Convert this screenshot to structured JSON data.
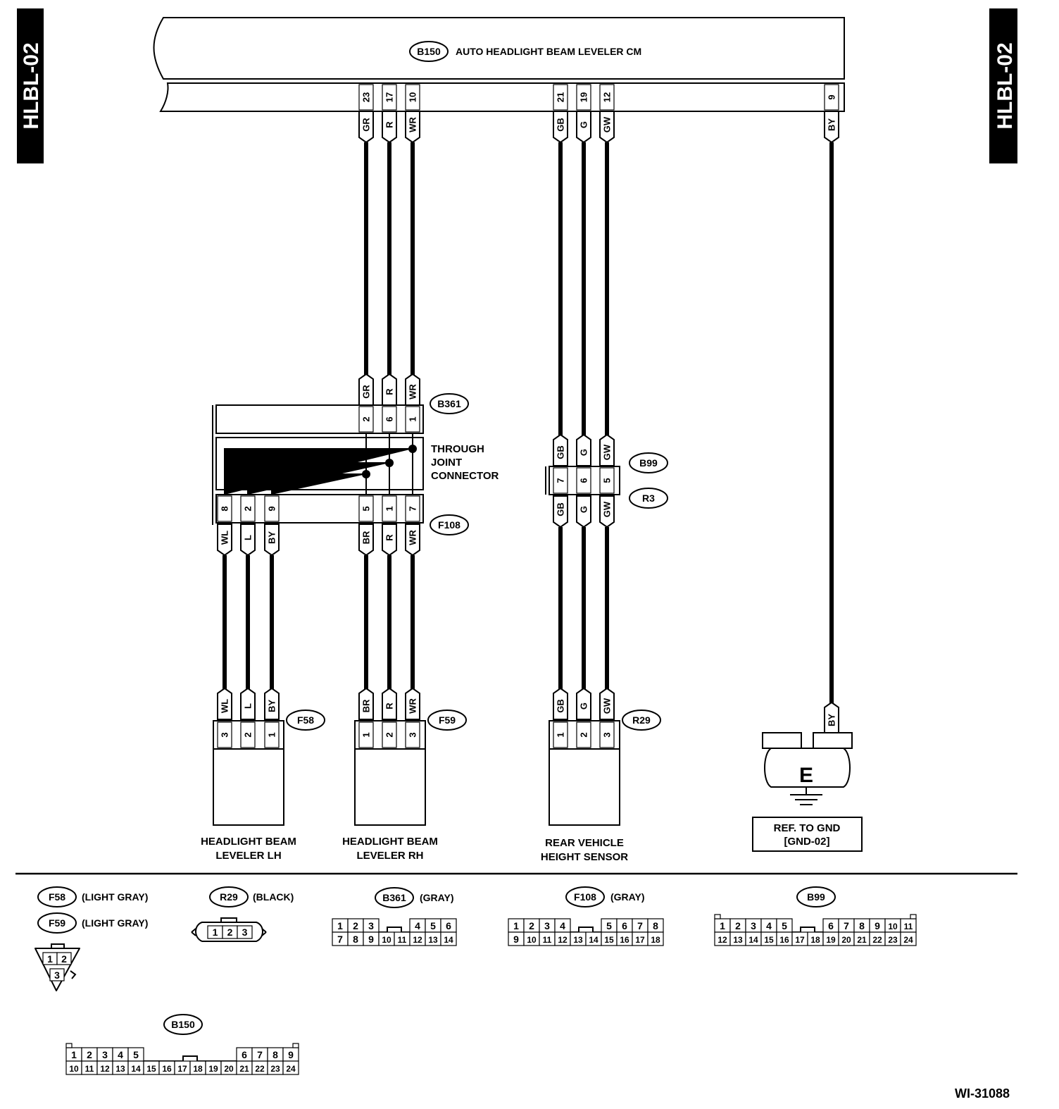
{
  "page_code": "HLBL-02",
  "figure_id": "WI-31088",
  "control_module": {
    "code": "B150",
    "name": "AUTO HEADLIGHT BEAM LEVELER CM",
    "pins": [
      {
        "pin": "23",
        "color": "GR"
      },
      {
        "pin": "17",
        "color": "R"
      },
      {
        "pin": "10",
        "color": "WR"
      },
      {
        "pin": "21",
        "color": "GB"
      },
      {
        "pin": "19",
        "color": "G"
      },
      {
        "pin": "12",
        "color": "GW"
      },
      {
        "pin": "9",
        "color": "BY"
      }
    ]
  },
  "joint_connector": {
    "top_code": "B361",
    "bottom_code": "F108",
    "label": [
      "THROUGH",
      "JOINT",
      "CONNECTOR"
    ],
    "top_wires": [
      "GR",
      "R",
      "WR"
    ],
    "top_pins": [
      "2",
      "6",
      "1"
    ],
    "bottom_pins_left": [
      "8",
      "2",
      "9"
    ],
    "bottom_pins_right": [
      "5",
      "1",
      "7"
    ],
    "bottom_wires_left": [
      "WL",
      "L",
      "BY"
    ],
    "bottom_wires_right": [
      "BR",
      "R",
      "WR"
    ]
  },
  "inline_connector": {
    "top_code": "B99",
    "bottom_code": "R3",
    "top_wires": [
      "GB",
      "G",
      "GW"
    ],
    "pins": [
      "7",
      "6",
      "5"
    ],
    "bottom_wires": [
      "GB",
      "G",
      "GW"
    ]
  },
  "components": [
    {
      "code": "F58",
      "wires": [
        "WL",
        "L",
        "BY"
      ],
      "pins": [
        "3",
        "2",
        "1"
      ],
      "label": [
        "HEADLIGHT BEAM",
        "LEVELER LH"
      ]
    },
    {
      "code": "F59",
      "wires": [
        "BR",
        "R",
        "WR"
      ],
      "pins": [
        "1",
        "2",
        "3"
      ],
      "label": [
        "HEADLIGHT BEAM",
        "LEVELER RH"
      ]
    },
    {
      "code": "R29",
      "wires": [
        "GB",
        "G",
        "GW"
      ],
      "pins": [
        "1",
        "2",
        "3"
      ],
      "label": [
        "REAR VEHICLE",
        "HEIGHT SENSOR"
      ]
    }
  ],
  "ground": {
    "wire": "BY",
    "symbol": "E",
    "label": [
      "REF. TO GND",
      "[GND-02]"
    ]
  },
  "connector_views": [
    {
      "codes": [
        "F58",
        "F59"
      ],
      "colors": [
        "(LIGHT GRAY)",
        "(LIGHT GRAY)"
      ],
      "rows": [
        [
          "1",
          "2"
        ],
        [
          "3"
        ]
      ]
    },
    {
      "code": "R29",
      "color": "(BLACK)",
      "rows": [
        [
          "1",
          "2",
          "3"
        ]
      ]
    },
    {
      "code": "B361",
      "color": "(GRAY)",
      "rows": [
        [
          "1",
          "2",
          "3",
          "",
          "4",
          "5",
          "6"
        ],
        [
          "7",
          "8",
          "9",
          "10",
          "11",
          "12",
          "13",
          "14"
        ]
      ]
    },
    {
      "code": "F108",
      "color": "(GRAY)",
      "rows": [
        [
          "1",
          "2",
          "3",
          "4",
          "",
          "5",
          "6",
          "7",
          "8"
        ],
        [
          "9",
          "10",
          "11",
          "12",
          "13",
          "14",
          "15",
          "16",
          "17",
          "18"
        ]
      ]
    },
    {
      "code": "B99",
      "rows": [
        [
          "1",
          "2",
          "3",
          "4",
          "5",
          "",
          "6",
          "7",
          "8",
          "9",
          "10",
          "11"
        ],
        [
          "12",
          "13",
          "14",
          "15",
          "16",
          "17",
          "18",
          "19",
          "20",
          "21",
          "22",
          "23",
          "24"
        ]
      ]
    },
    {
      "code": "B150",
      "rows": [
        [
          "1",
          "2",
          "3",
          "4",
          "5",
          "",
          "6",
          "7",
          "8",
          "9"
        ],
        [
          "10",
          "11",
          "12",
          "13",
          "14",
          "15",
          "16",
          "17",
          "18",
          "19",
          "20",
          "21",
          "22",
          "23",
          "24"
        ]
      ]
    }
  ]
}
